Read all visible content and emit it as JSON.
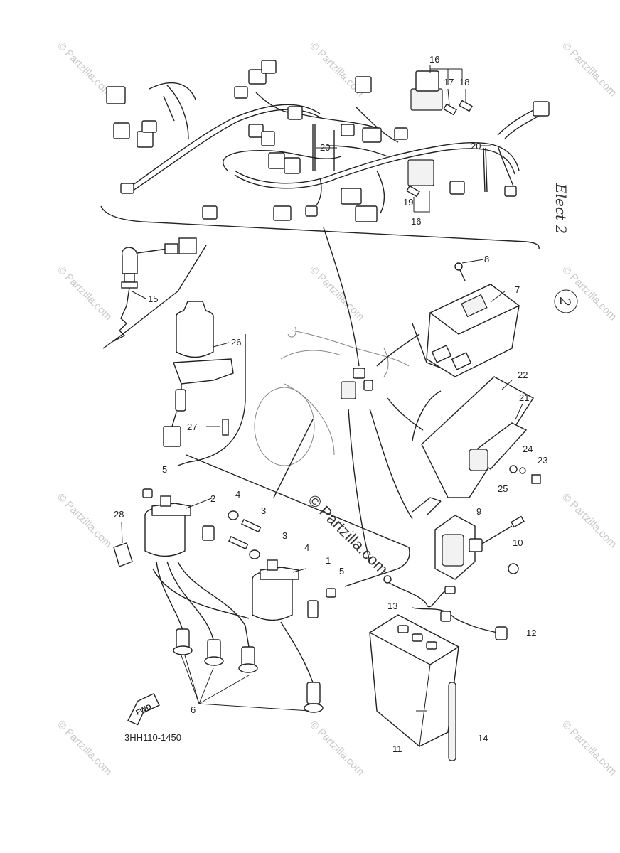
{
  "diagram": {
    "code": "3HH110-1450",
    "fwd_label": "FWD",
    "handwritten_note": "Elect 2",
    "handwritten_circled": "2",
    "center_watermark": "© Partzilla.com",
    "watermark_text": "© Partzilla.com",
    "callouts": {
      "c1": "1",
      "c2": "2",
      "c3a": "3",
      "c3b": "3",
      "c4a": "4",
      "c4b": "4",
      "c5a": "5",
      "c5b": "5",
      "c6": "6",
      "c7": "7",
      "c8": "8",
      "c9": "9",
      "c10": "10",
      "c11": "11",
      "c12": "12",
      "c13": "13",
      "c14": "14",
      "c15": "15",
      "c16a": "16",
      "c16b": "16",
      "c17": "17",
      "c18": "18",
      "c19": "19",
      "c20a": "20",
      "c20b": "20",
      "c21": "21",
      "c22": "22",
      "c23": "23",
      "c24": "24",
      "c25": "25",
      "c26": "26",
      "c27": "27",
      "c28": "28"
    }
  }
}
